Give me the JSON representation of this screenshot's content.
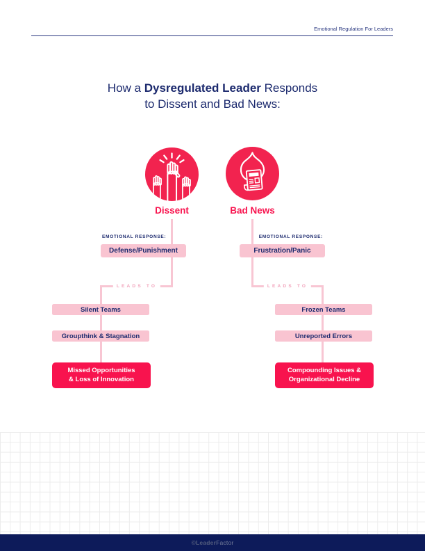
{
  "header": {
    "title": "Emotional Regulation For Leaders"
  },
  "title": {
    "pre": "How a ",
    "bold": "Dysregulated Leader",
    "post": " Responds",
    "line2": "to Dissent and Bad News:"
  },
  "columns": [
    {
      "label": "Dissent",
      "icon": "raised-hands-icon",
      "response_label": "EMOTIONAL RESPONSE:",
      "response": "Defense/Punishment",
      "leads_to": "LEADS TO",
      "steps": [
        "Silent Teams",
        "Groupthink & Stagnation"
      ],
      "outcome": [
        "Missed Opportunities",
        "& Loss of Innovation"
      ]
    },
    {
      "label": "Bad News",
      "icon": "burning-newspaper-icon",
      "response_label": "EMOTIONAL RESPONSE:",
      "response": "Frustration/Panic",
      "leads_to": "LEADS TO",
      "steps": [
        "Frozen Teams",
        "Unreported Errors"
      ],
      "outcome": [
        "Compounding Issues &",
        "Organizational Decline"
      ]
    }
  ],
  "footer": {
    "copyright_bold": "©Leader",
    "copyright_light": "Factor"
  },
  "colors": {
    "brand_red": "#F8134E",
    "circle_red": "#F2234F",
    "pink_box": "#F9C4D1",
    "pink_line": "#F8C6D3",
    "leads_to_pink": "#F2A4BC",
    "navy_text": "#1C2A6E",
    "header_navy": "#2A3880",
    "footer_navy": "#0D1B5A",
    "grid_line": "#ececec"
  }
}
